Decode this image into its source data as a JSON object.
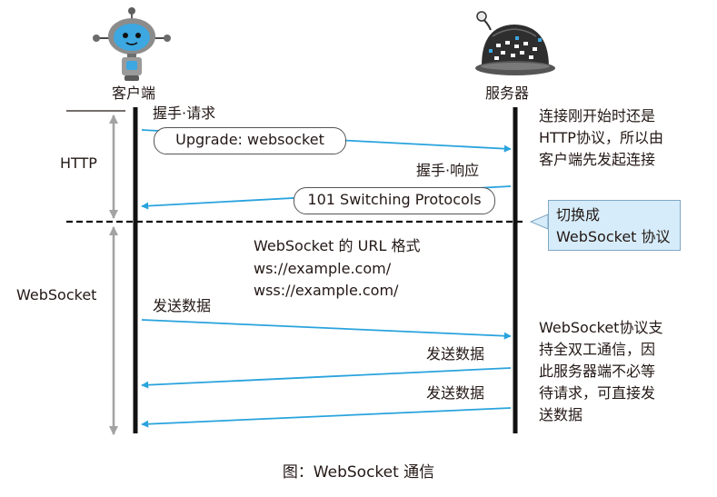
{
  "participants": {
    "client": "客户端",
    "server": "服务器"
  },
  "phases": {
    "http": "HTTP",
    "websocket": "WebSocket"
  },
  "messages": {
    "handshake_request_label": "握手·请求",
    "handshake_request_header": "Upgrade: websocket",
    "handshake_response_label": "握手·响应",
    "handshake_response_status": "101 Switching Protocols",
    "send_data_client": "发送数据",
    "send_data_server_1": "发送数据",
    "send_data_server_2": "发送数据"
  },
  "notes": {
    "connection_initiator": "连接刚开始时还是\nHTTP协议，所以由\n客户端先发起连接",
    "switch_line1": "切换成",
    "switch_line2": "WebSocket 协议",
    "url_format_title": "WebSocket 的 URL 格式",
    "url_ws": "ws://example.com/",
    "url_wss": "wss://example.com/",
    "full_duplex": "WebSocket协议支\n持全双工通信，因\n此服务器端不必等\n待请求，可直接发\n送数据"
  },
  "caption": "图：WebSocket 通信",
  "colors": {
    "message_arrow": "#29a3dd",
    "note_fill": "#d6ecfa",
    "phase_arrow": "#a3a3a3",
    "lifeline": "#111111"
  },
  "icons": {
    "client": "robot-client-icon",
    "server": "dome-server-icon"
  }
}
